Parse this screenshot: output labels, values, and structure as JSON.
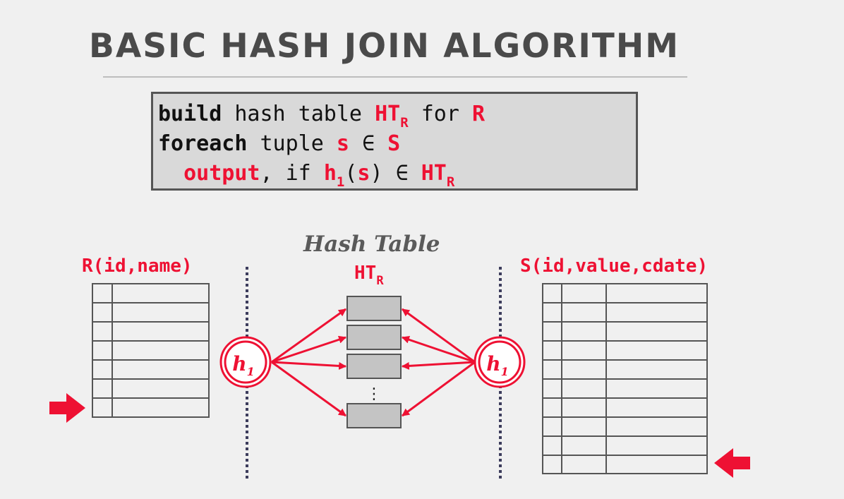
{
  "title": "BASIC HASH JOIN ALGORITHM",
  "code": {
    "line1": {
      "kw": "build",
      "text": " hash table ",
      "ht": "HT",
      "ht_sub": "R",
      "for": " for ",
      "rel": "R"
    },
    "line2": {
      "kw": "foreach",
      "text": " tuple ",
      "var": "s",
      "in": " ∈ ",
      "rel": "S"
    },
    "line3": {
      "indent": "  ",
      "kw": "output",
      "text": ", if ",
      "h": "h",
      "h_sub": "1",
      "open": "(",
      "var": "s",
      "close": ")",
      "in": " ∈ ",
      "ht": "HT",
      "ht_sub": "R"
    }
  },
  "diagram": {
    "left_table_label": "R(id,name)",
    "right_table_label": "S(id,value,cdate)",
    "hash_table_title": "Hash Table",
    "hash_table_name": "HT",
    "hash_table_sub": "R",
    "hash_fn": "h",
    "hash_fn_sub": "1",
    "ellipsis": "⋮",
    "accent_color": "#ee1133"
  }
}
